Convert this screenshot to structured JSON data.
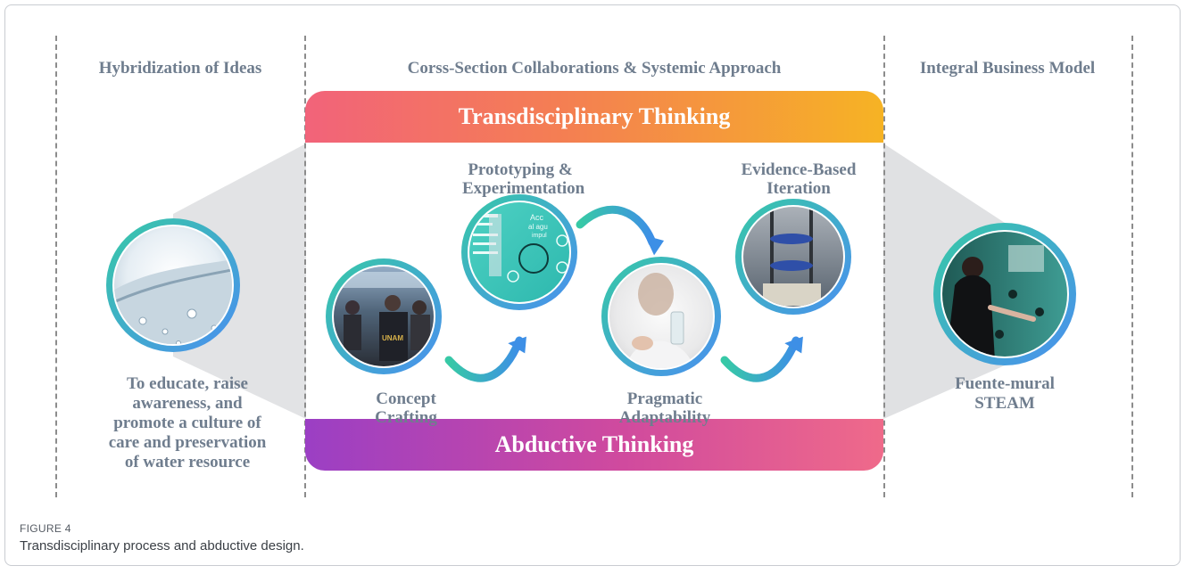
{
  "columns": {
    "left_title": "Hybridization of Ideas",
    "center_title": "Corss-Section Collaborations & Systemic Approach",
    "right_title": "Integral Business Model"
  },
  "bands": {
    "top": "Transdisciplinary Thinking",
    "bottom": "Abductive Thinking"
  },
  "steps": {
    "concept": [
      "Concept",
      "Crafting"
    ],
    "prototyping": [
      "Prototyping &",
      "Experimentation"
    ],
    "pragmatic": [
      "Pragmatic",
      "Adaptability"
    ],
    "evidence": [
      "Evidence-Based",
      "Iteration"
    ]
  },
  "left_text": [
    "To educate, raise",
    "awareness, and",
    "promote a culture of",
    "care and preservation",
    "of water resource"
  ],
  "right_text": [
    "Fuente-mural",
    "STEAM"
  ],
  "photo_text": {
    "shirt_logo": "UNAM",
    "poster_words": [
      "Acc",
      "al agu",
      "impul"
    ]
  },
  "caption": {
    "label": "FIGURE 4",
    "text": "Transdisciplinary process and abductive design."
  },
  "colors": {
    "ring_start": "#37c9a6",
    "ring_end": "#4a8ff0",
    "label_gray": "#6f7d8e",
    "top_band_start": "#f2637a",
    "top_band_end": "#f6b324",
    "bottom_band_start": "#9b3fc4",
    "bottom_band_end": "#ef6a8a"
  }
}
